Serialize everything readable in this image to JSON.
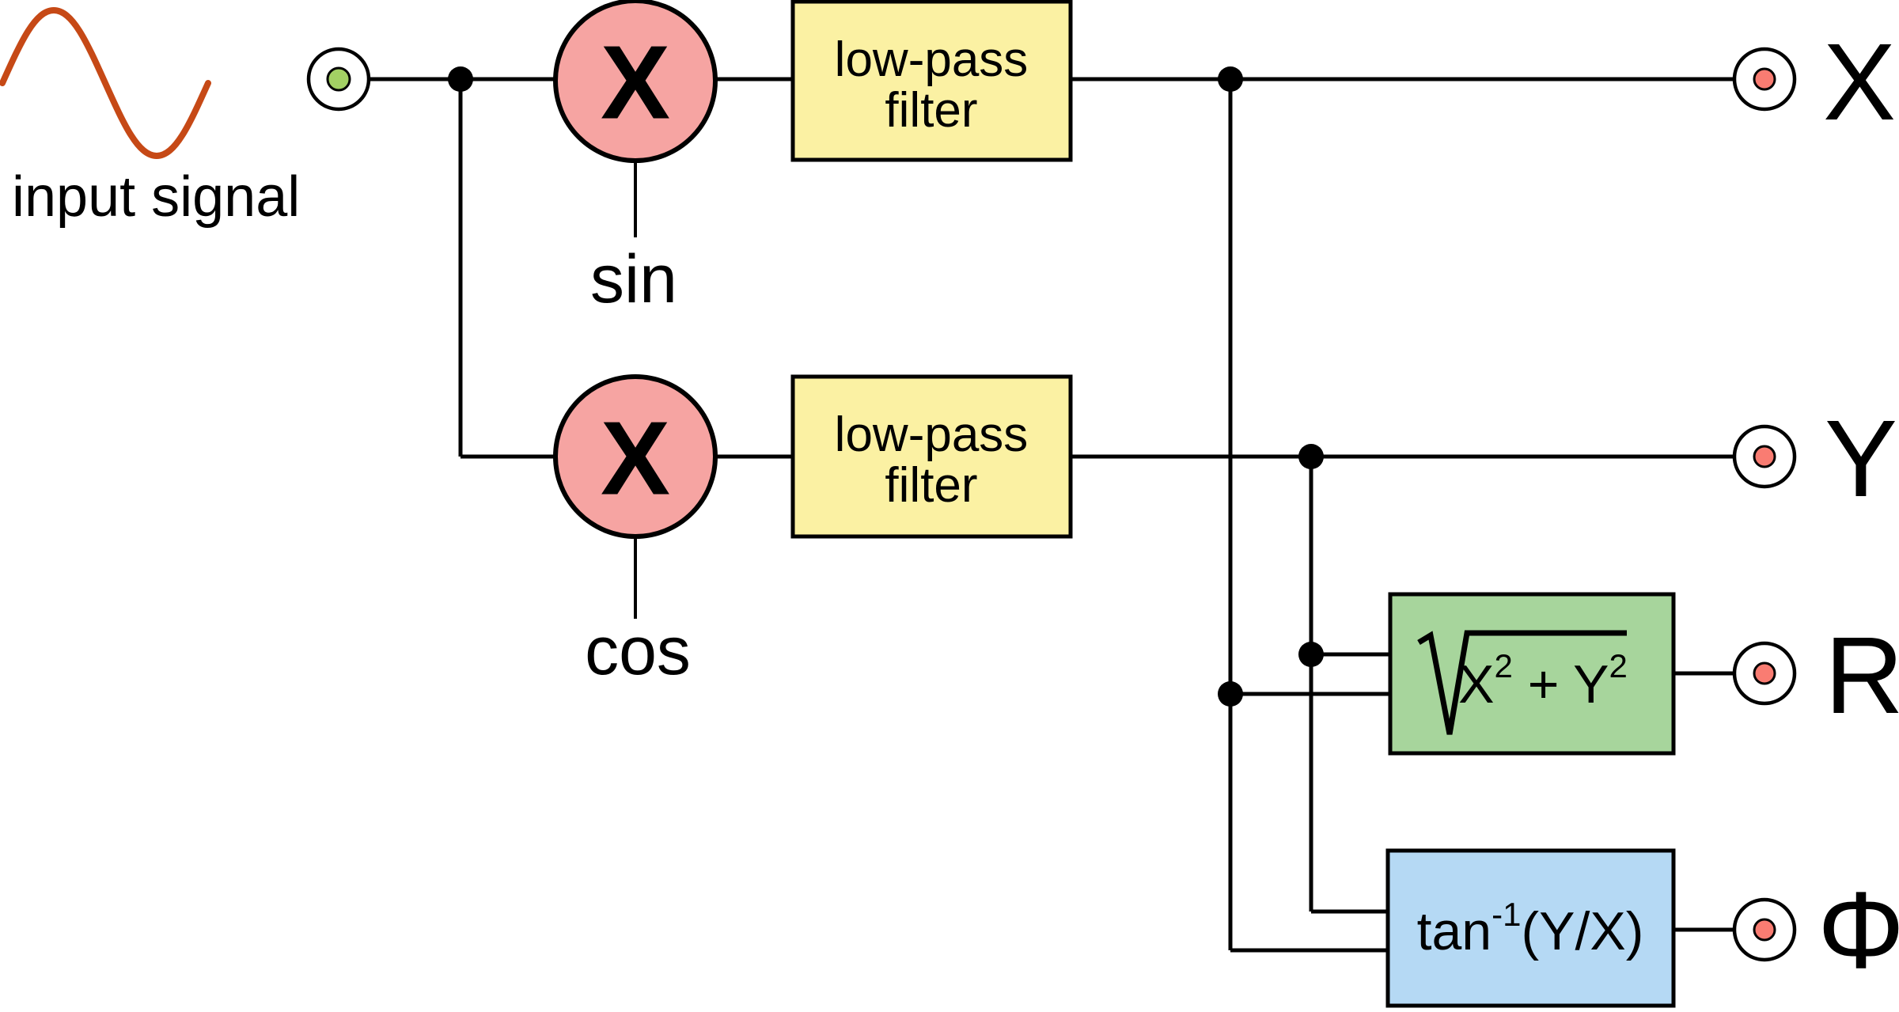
{
  "colors": {
    "wire": "#000000",
    "multiplier_fill": "#F6A4A2",
    "filter_fill": "#FBF1A3",
    "magnitude_fill": "#A7D59C",
    "phase_fill": "#B5D9F4",
    "terminal_dot_red": "#F97C72",
    "input_dot_green": "#A3D164",
    "signal_wave": "#C64916"
  },
  "input": {
    "label": "input signal"
  },
  "reference": {
    "sin_label": "sin",
    "cos_label": "cos"
  },
  "multipliers": {
    "symbol": "X"
  },
  "filter": {
    "line1": "low-pass",
    "line2": "filter"
  },
  "magnitude_box": {
    "formula": "√(X² + Y²)",
    "base_x": "X",
    "sup_x": "2",
    "plus": " + Y",
    "sup_y": "2"
  },
  "phase_box": {
    "formula": "tan⁻¹(Y/X)",
    "base": "tan",
    "sup": "-1",
    "arg": "(Y/X)"
  },
  "outputs": [
    {
      "label": "X"
    },
    {
      "label": "Y"
    },
    {
      "label": "R"
    },
    {
      "label": "Φ"
    }
  ]
}
